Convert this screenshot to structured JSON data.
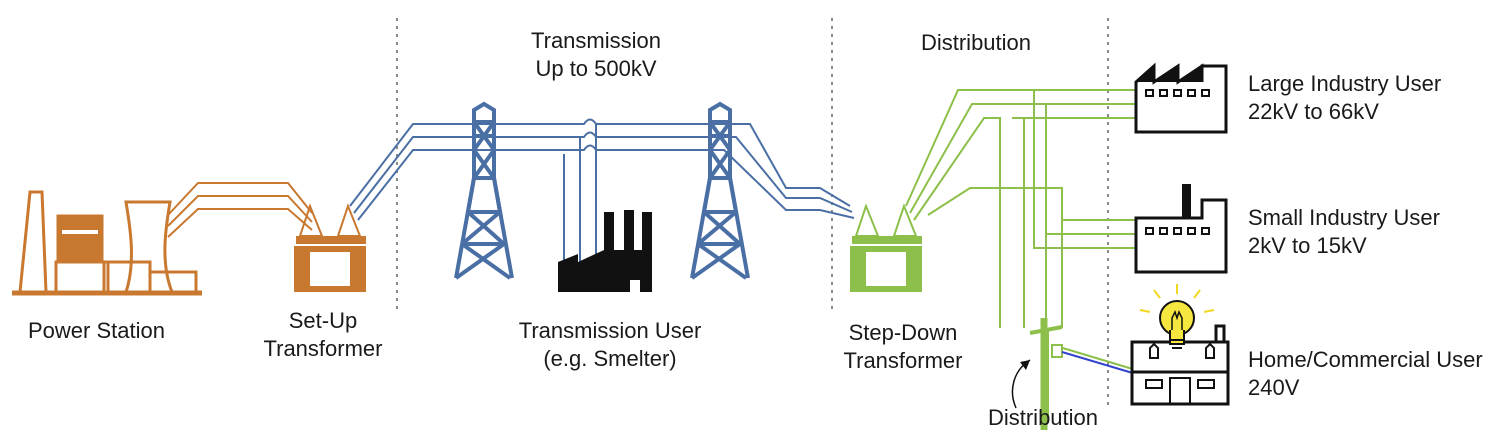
{
  "sections": {
    "transmission_title": "Transmission",
    "transmission_voltage": "Up to 500kV",
    "distribution_title": "Distribution"
  },
  "labels": {
    "power_station": "Power  Station",
    "setup_transformer_line1": "Set-Up",
    "setup_transformer_line2": "Transformer",
    "transmission_user_line1": "Transmission User",
    "transmission_user_line2": "(e.g. Smelter)",
    "stepdown_transformer_line1": "Step-Down",
    "stepdown_transformer_line2": "Transformer",
    "distribution_pole": "Distribution"
  },
  "users": [
    {
      "name": "Large Industry User",
      "voltage": "22kV to 66kV"
    },
    {
      "name": "Small Industry User",
      "voltage": "2kV to 15kV"
    },
    {
      "name": "Home/Commercial User",
      "voltage": "240V"
    }
  ],
  "colors": {
    "generation": "#c8782f",
    "transmission": "#4a6fa5",
    "distribution": "#8cc04a",
    "ink": "#111111",
    "bulb": "#f5e640",
    "service_drop": "#3344cc",
    "divider": "#888888"
  }
}
